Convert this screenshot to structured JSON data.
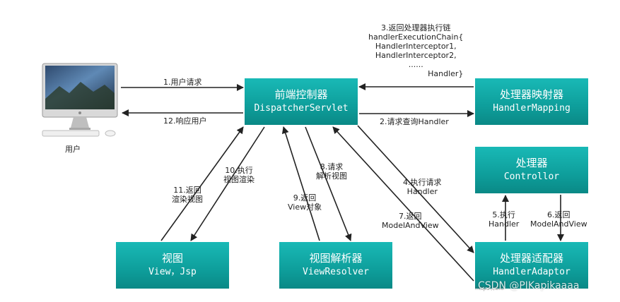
{
  "user": {
    "label": "用户"
  },
  "boxes": {
    "dispatcher": {
      "cn": "前端控制器",
      "en": "DispatcherServlet"
    },
    "mapping": {
      "cn": "处理器映射器",
      "en": "HandlerMapping"
    },
    "controller": {
      "cn": "处理器",
      "en": "Controllor"
    },
    "adaptor": {
      "cn": "处理器适配器",
      "en": "HandlerAdaptor"
    },
    "view": {
      "cn": "视图",
      "en": "View，Jsp"
    },
    "resolver": {
      "cn": "视图解析器",
      "en": "ViewResolver"
    }
  },
  "labels": {
    "s1": "1.用户请求",
    "s2": "2.请求查询Handler",
    "s3": [
      "3.返回处理器执行链",
      "handlerExecutionChain{",
      "HandlerInterceptor1,",
      "HandlerInterceptor2,",
      "......",
      "Handler}"
    ],
    "s4": [
      "4.执行请求",
      "Handler"
    ],
    "s5": [
      "5.执行",
      "Handler"
    ],
    "s6": [
      "6.返回",
      "ModelAndView"
    ],
    "s7": [
      "7.返回",
      "ModelAndView"
    ],
    "s8": [
      "8.请求",
      "解析视图"
    ],
    "s9": [
      "9.返回",
      "View对象"
    ],
    "s10": [
      "10.执行",
      "视图渲染"
    ],
    "s11": [
      "11.返回",
      "渲染视图"
    ],
    "s12": "12.响应用户"
  },
  "watermark": "CSDN @PIKapikaaaa",
  "watermark_small": "https://blo"
}
